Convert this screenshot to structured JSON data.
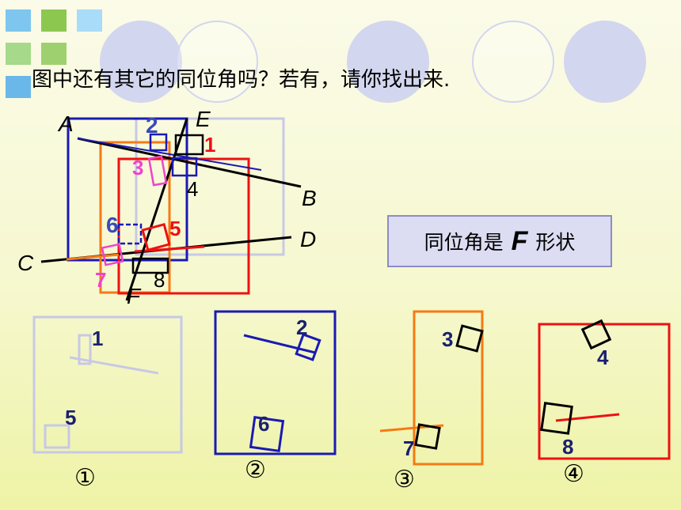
{
  "question": "图中还有其它的同位角吗？若有，请你找出来.",
  "callout": {
    "prefix": "同位角是",
    "letter": "F",
    "suffix": "形状"
  },
  "points": {
    "A": "A",
    "B": "B",
    "C": "C",
    "D": "D",
    "E": "E",
    "F": "F"
  },
  "angles": {
    "a1": "1",
    "a2": "2",
    "a3": "3",
    "a4": "4",
    "a5": "5",
    "a6": "6",
    "a7": "7",
    "a8": "8"
  },
  "panels": {
    "p1": "①",
    "p2": "②",
    "p3": "③",
    "p4": "④"
  },
  "colors": {
    "blue": "#1a1ab4",
    "orange": "#f57a14",
    "red": "#ee1111",
    "lavender": "#c8c8e6",
    "magenta": "#ee44cc",
    "numNavy": "#1a2070"
  }
}
